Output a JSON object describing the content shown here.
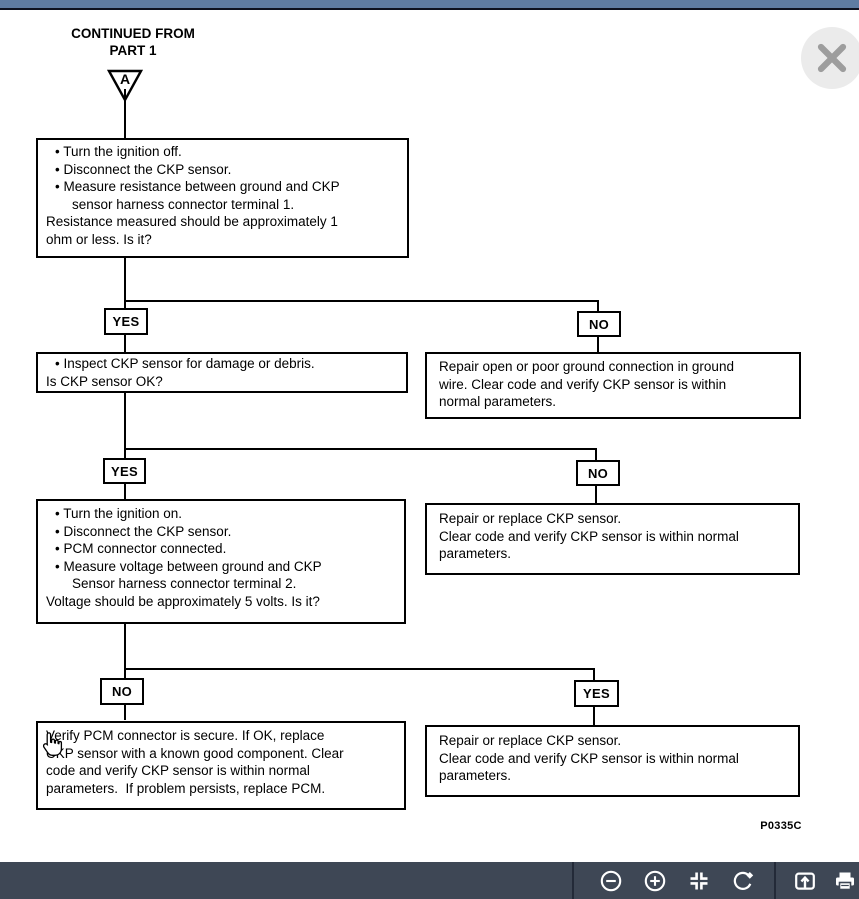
{
  "viewer": {
    "close_button": {
      "icon": "close"
    },
    "toolbar": {
      "buttons": [
        {
          "icon": "zoom-out"
        },
        {
          "icon": "zoom-in"
        },
        {
          "icon": "fit-to-screen"
        },
        {
          "icon": "rotate"
        },
        {
          "icon": "export"
        },
        {
          "icon": "print"
        }
      ]
    },
    "colors": {
      "topbar_blue": "#5f7ca2",
      "toolbar_bg": "#3e4755",
      "close_circle": "#ebebeb",
      "close_x": "#9d9d9d",
      "diagram_ink": "#000000"
    }
  },
  "diagram": {
    "header": {
      "line1": "CONTINUED FROM",
      "line2": "PART 1"
    },
    "connector_label": "A",
    "figure_code": "P0335C",
    "branch_labels": {
      "row1_left": "YES",
      "row1_right": "NO",
      "row2_left": "YES",
      "row2_right": "NO",
      "row3_left": "NO",
      "row3_right": "YES"
    },
    "boxes": {
      "step1": {
        "lines": [
          "• Turn the ignition off.",
          "• Disconnect the CKP sensor.",
          "• Measure resistance between ground and CKP",
          "sensor harness connector terminal 1.",
          "Resistance measured should be approximately 1",
          "ohm or less. Is it?"
        ]
      },
      "step2": {
        "lines": [
          "• Inspect CKP sensor for damage or debris.",
          "Is CKP sensor OK?"
        ]
      },
      "result_ground": {
        "lines": [
          "Repair open or poor ground connection in ground",
          "wire. Clear code and verify CKP sensor is within",
          "normal parameters."
        ]
      },
      "step3": {
        "lines": [
          "• Turn the ignition on.",
          "• Disconnect the CKP sensor.",
          "• PCM connector connected.",
          "• Measure voltage between ground and CKP",
          "Sensor harness connector terminal 2.",
          "Voltage should be approximately 5 volts. Is it?"
        ]
      },
      "result_replace_1": {
        "lines": [
          "Repair or replace CKP sensor.",
          "Clear code and verify CKP sensor is within normal",
          "parameters."
        ]
      },
      "step4": {
        "lines": [
          "Verify PCM connector is secure. If OK, replace",
          "CKP sensor with a known good component. Clear",
          "code and verify CKP sensor is within normal",
          "parameters.  If problem persists, replace PCM."
        ]
      },
      "result_replace_2": {
        "lines": [
          "Repair or replace CKP sensor.",
          "Clear code and verify CKP sensor is within normal",
          "parameters."
        ]
      }
    }
  }
}
